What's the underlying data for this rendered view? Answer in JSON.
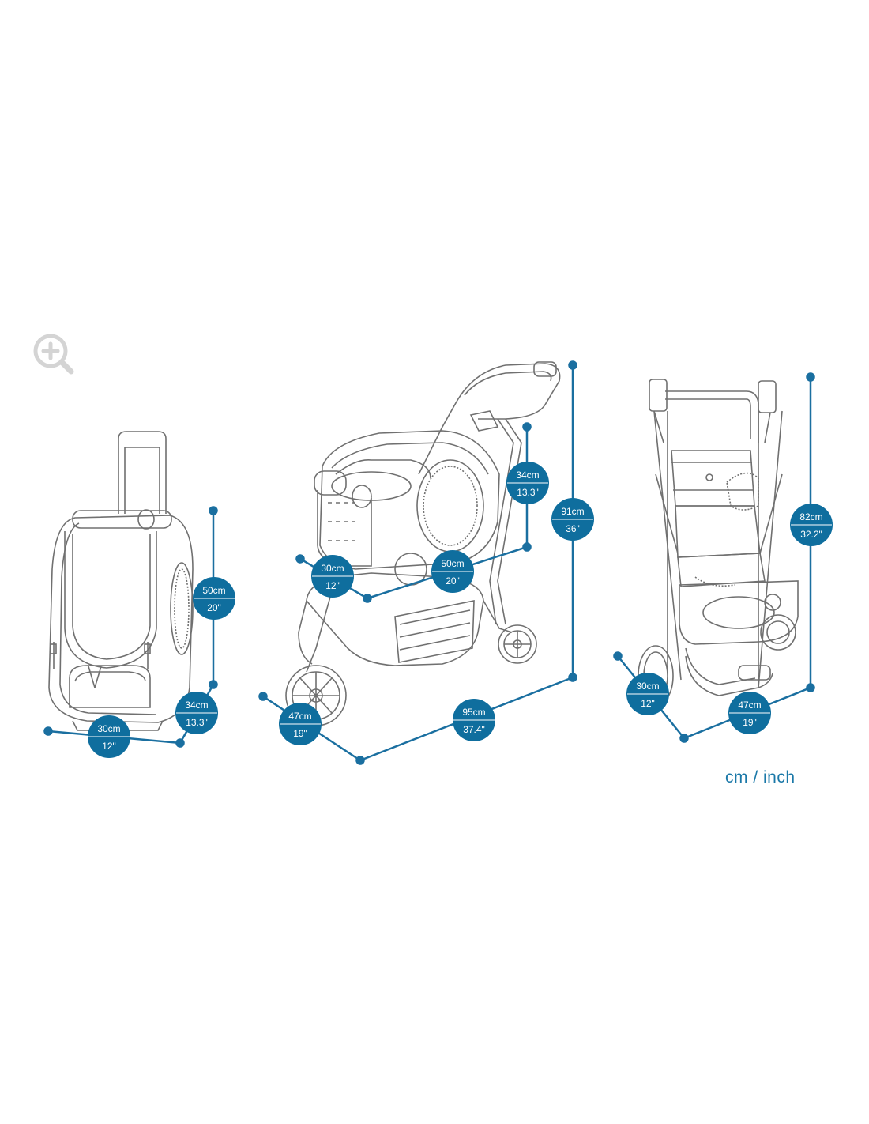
{
  "zoom_icon": "zoom-in-icon",
  "unit_label": "cm / inch",
  "colors": {
    "accent": "#0f6e9e",
    "line": "#1a6fa0",
    "drawing": "#6f6f6f"
  },
  "products": [
    {
      "name": "backpack-carrier",
      "dimensions": {
        "height": {
          "metric": "50cm",
          "imperial": "20\""
        },
        "depth": {
          "metric": "34cm",
          "imperial": "13.3\""
        },
        "width": {
          "metric": "30cm",
          "imperial": "12\""
        }
      }
    },
    {
      "name": "stroller-unfolded",
      "dimensions": {
        "carrier_height": {
          "metric": "34cm",
          "imperial": "13.3\""
        },
        "total_height": {
          "metric": "91cm",
          "imperial": "36\""
        },
        "carrier_width": {
          "metric": "30cm",
          "imperial": "12\""
        },
        "carrier_length": {
          "metric": "50cm",
          "imperial": "20\""
        },
        "wheel_width": {
          "metric": "47cm",
          "imperial": "19\""
        },
        "total_length": {
          "metric": "95cm",
          "imperial": "37.4\""
        }
      }
    },
    {
      "name": "stroller-folded",
      "dimensions": {
        "height": {
          "metric": "82cm",
          "imperial": "32.2\""
        },
        "depth": {
          "metric": "30cm",
          "imperial": "12\""
        },
        "width": {
          "metric": "47cm",
          "imperial": "19\""
        }
      }
    }
  ]
}
